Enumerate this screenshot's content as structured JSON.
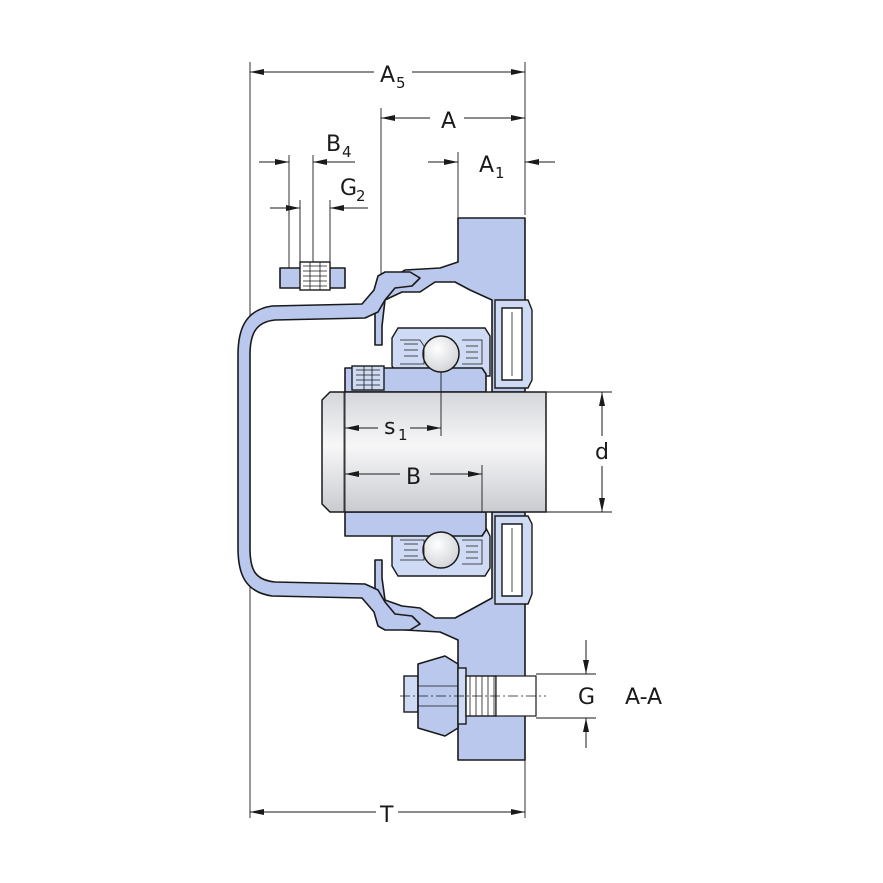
{
  "labels": {
    "a5_main": "A",
    "a5_sub": "5",
    "a_main": "A",
    "a1_main": "A",
    "a1_sub": "1",
    "b4_main": "B",
    "b4_sub": "4",
    "g2_main": "G",
    "g2_sub": "2",
    "d": "d",
    "s1_main": "s",
    "s1_sub": "1",
    "b_main": "B",
    "g_main": "G",
    "section": "A-A",
    "t_main": "T"
  },
  "colors": {
    "housing": "#b9c8ec",
    "shaft": "#e4e6ea",
    "line": "#1a1a1a"
  }
}
